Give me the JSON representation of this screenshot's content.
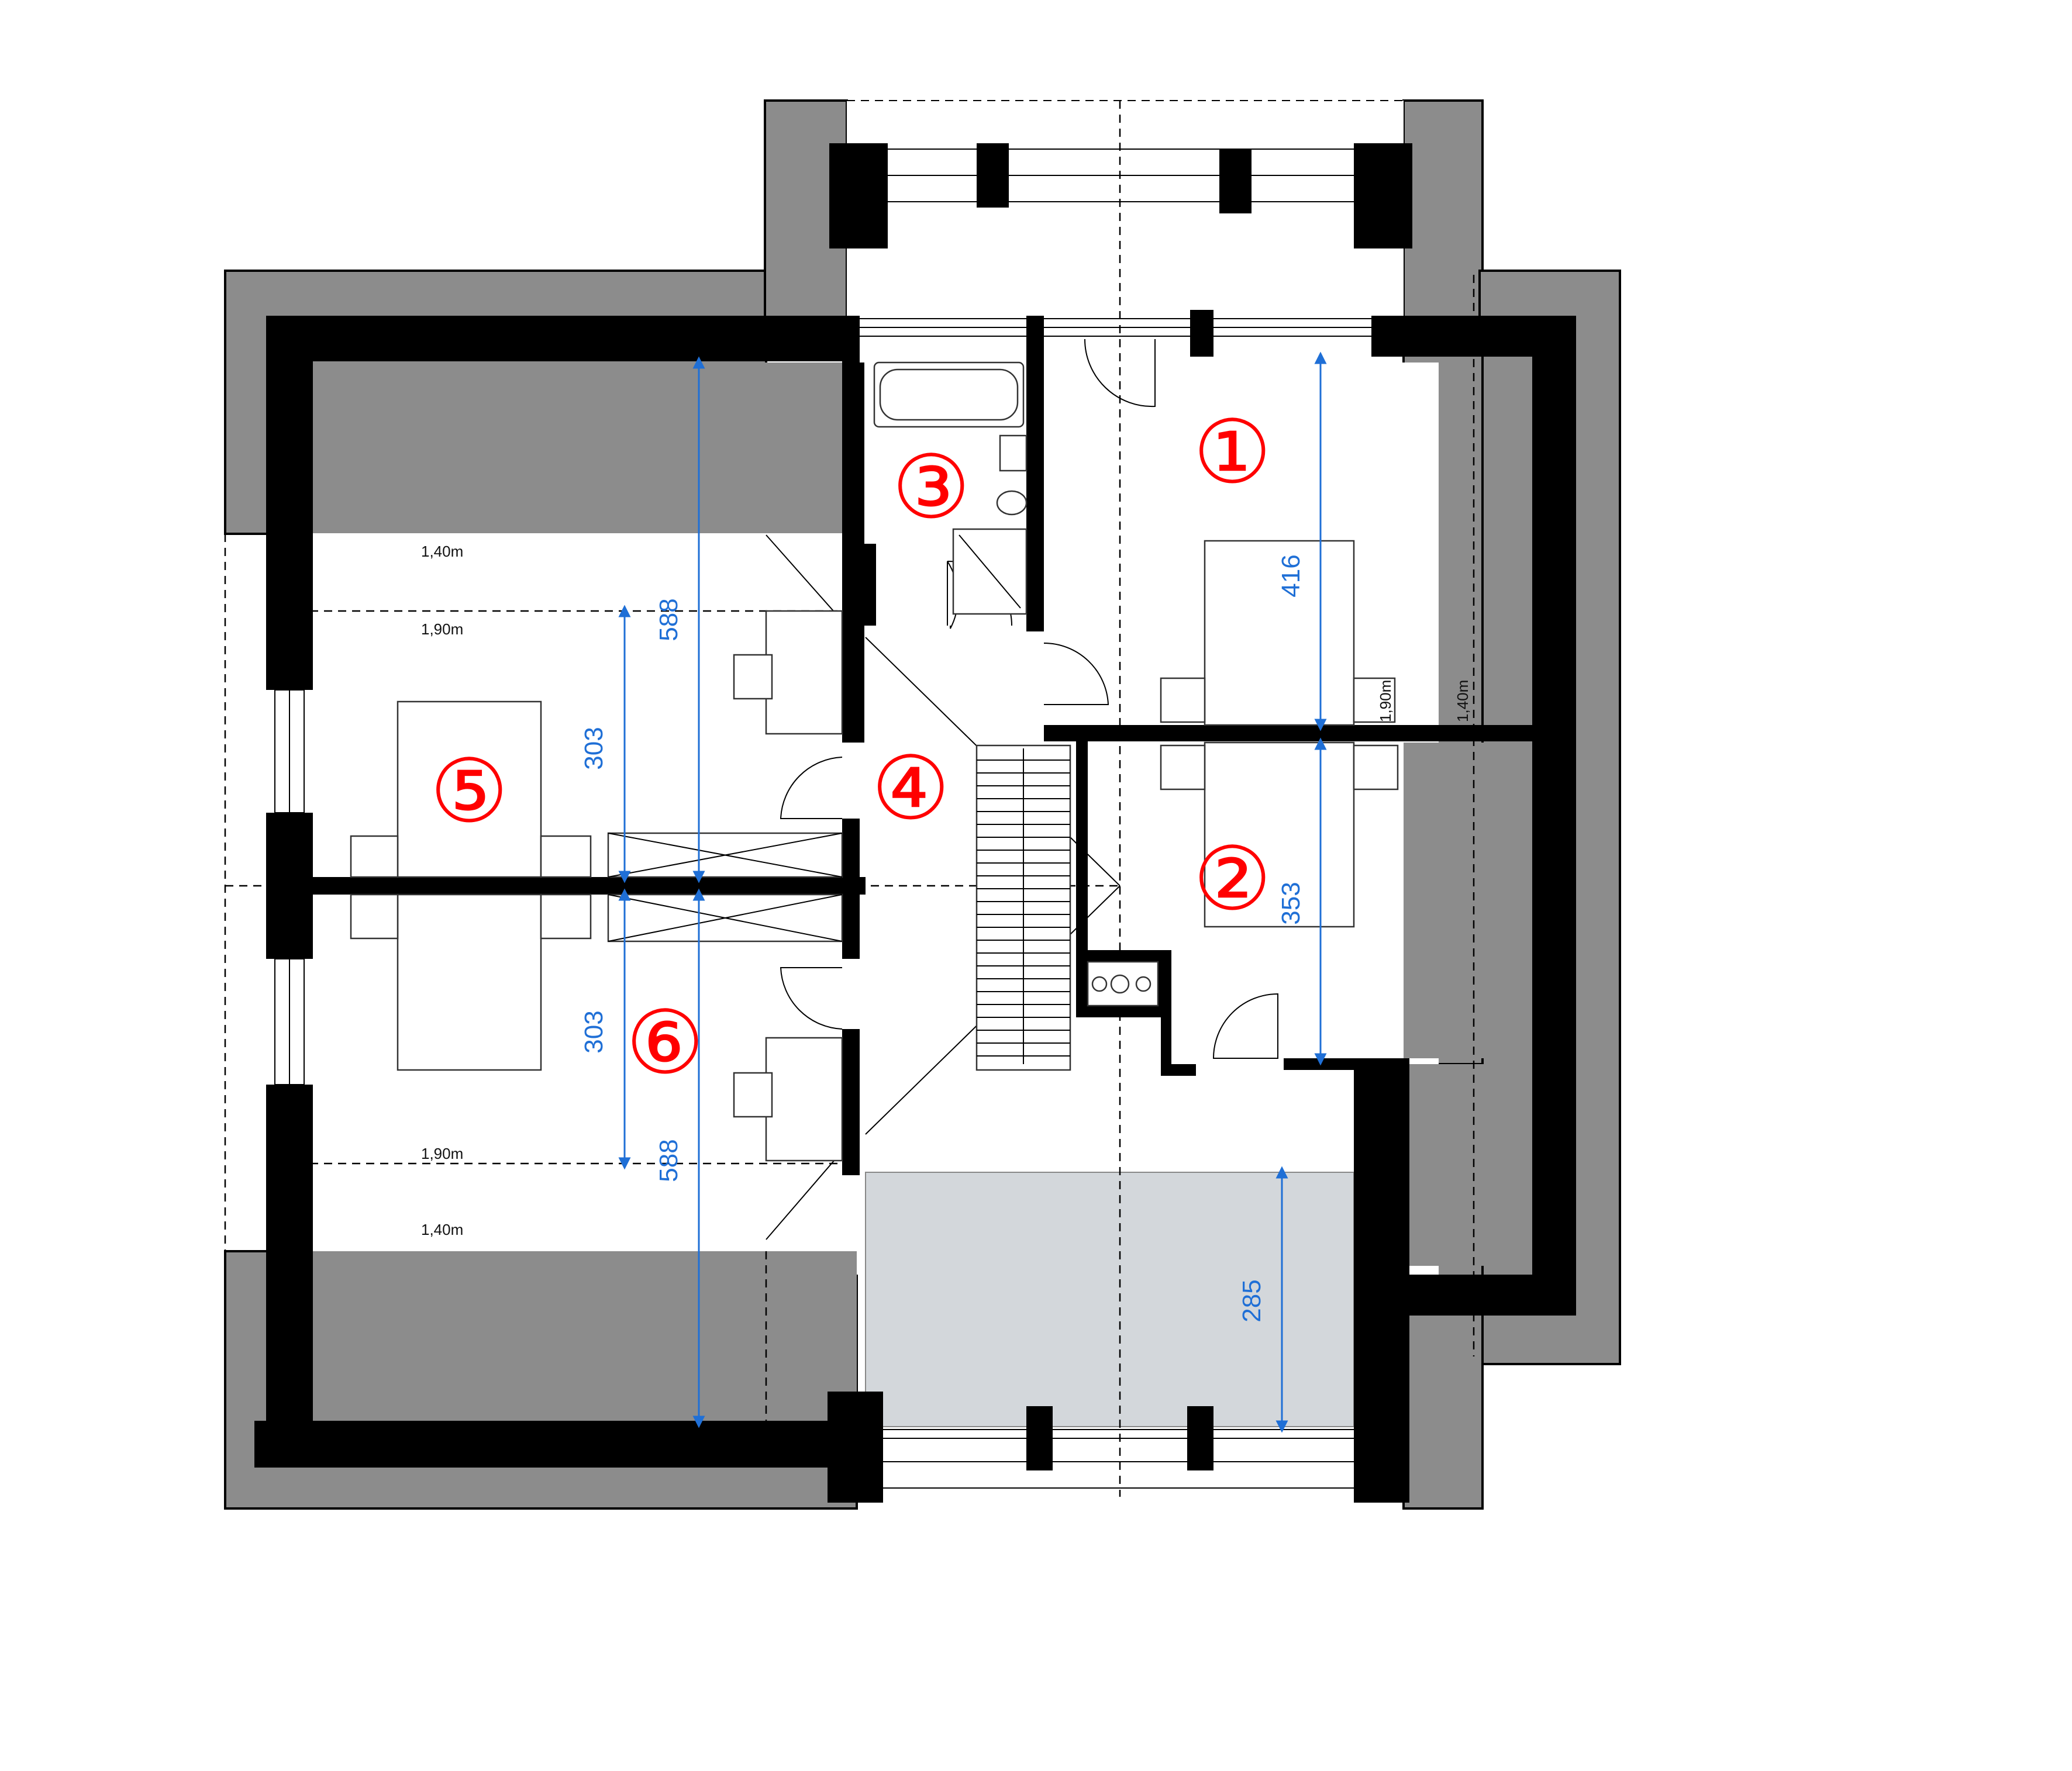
{
  "rooms": [
    {
      "id": "1",
      "label": "①"
    },
    {
      "id": "2",
      "label": "②"
    },
    {
      "id": "3",
      "label": "③"
    },
    {
      "id": "4",
      "label": "④"
    },
    {
      "id": "5",
      "label": "⑤"
    },
    {
      "id": "6",
      "label": "⑥"
    }
  ],
  "dimensions": {
    "room1_depth": "416",
    "room2_depth": "353",
    "room5_depth": "303",
    "room6_depth": "303",
    "left_upper_depth": "588",
    "left_lower_depth": "588",
    "terrace_depth": "285"
  },
  "heights": {
    "left_top_outer": "1,40m",
    "left_top_inner": "1,90m",
    "left_bottom_inner": "1,90m",
    "left_bottom_outer": "1,40m",
    "right_inner": "1,90m",
    "right_outer": "1,40m"
  },
  "colors": {
    "wall": "#000000",
    "roof_overhang": "#8c8c8c",
    "terrace": "#d3d7db",
    "dimension": "#1f6fd6",
    "room_number": "#ff0000"
  }
}
